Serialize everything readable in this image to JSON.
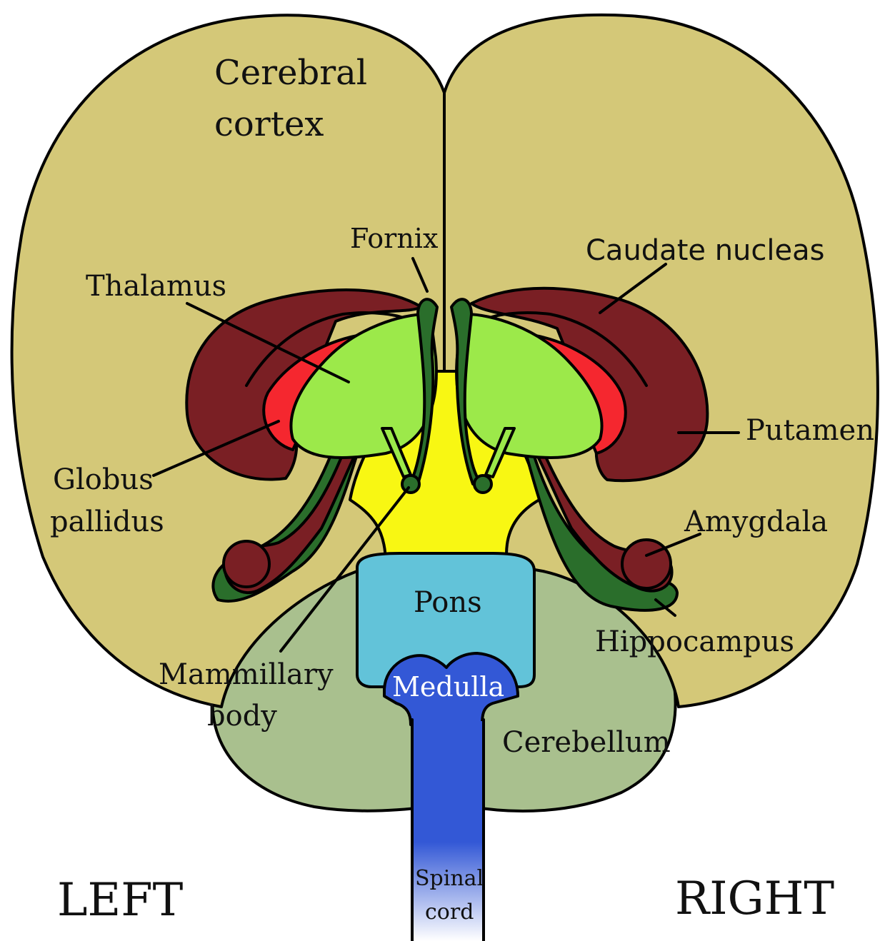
{
  "diagram": {
    "labels": {
      "cerebral_cortex_1": "Cerebral",
      "cerebral_cortex_2": "cortex",
      "fornix": "Fornix",
      "caudate_nucleus": "Caudate nucleas",
      "thalamus": "Thalamus",
      "putamen": "Putamen",
      "globus_pallidus_1": "Globus",
      "globus_pallidus_2": "pallidus",
      "amygdala": "Amygdala",
      "pons": "Pons",
      "hippocampus": "Hippocampus",
      "mammillary_body_1": "Mammillary",
      "mammillary_body_2": "body",
      "medulla": "Medulla",
      "cerebellum": "Cerebellum",
      "spinal_cord_1": "Spinal",
      "spinal_cord_2": "cord",
      "left": "LEFT",
      "right": "RIGHT"
    },
    "colors": {
      "cerebrum": "#d4c878",
      "cerebellum": "#a9c08e",
      "caudate": "#7a1f24",
      "globus_pallidus": "#f5272f",
      "thalamus": "#9ce94a",
      "midbrain": "#f8f713",
      "hippocampus": "#2a6e2b",
      "pons": "#62c3d9",
      "medulla": "#3358d6"
    }
  }
}
